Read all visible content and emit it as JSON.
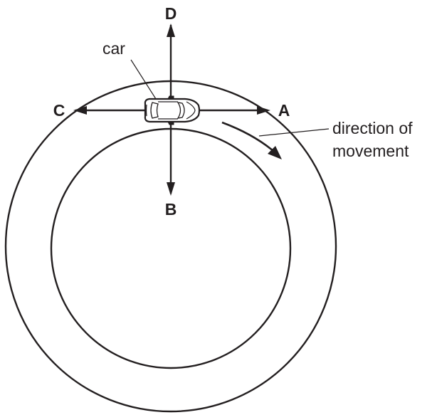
{
  "diagram": {
    "labels": {
      "a": "A",
      "b": "B",
      "c": "C",
      "d": "D",
      "car": "car",
      "direction_line1": "direction of",
      "direction_line2": "movement"
    },
    "colors": {
      "ink": "#231f20",
      "background": "#ffffff"
    }
  }
}
